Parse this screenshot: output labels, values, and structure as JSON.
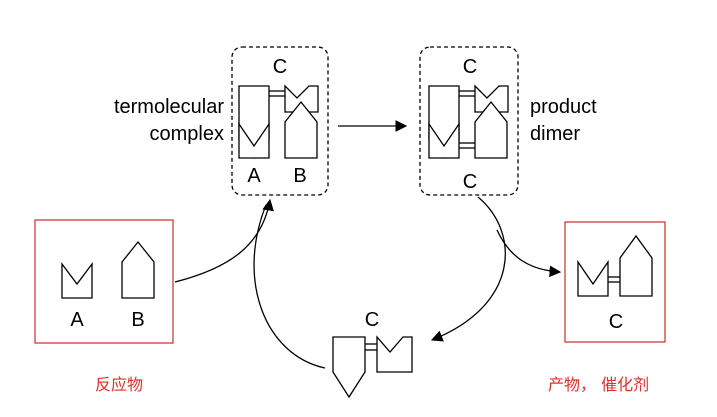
{
  "labels": {
    "complex_top_c": "C",
    "complex_a": "A",
    "complex_b": "B",
    "termolecular_line1": "termolecular",
    "termolecular_line2": "complex",
    "dimer_top_c": "C",
    "dimer_bottom_c": "C",
    "product_line1": "product",
    "product_line2": "dimer",
    "reactant_a": "A",
    "reactant_b": "B",
    "free_catalyst_c": "C",
    "product_box_c": "C"
  },
  "captions": {
    "reactants": "反应物",
    "products": "产物， 催化剂"
  },
  "colors": {
    "box_border": "#c8302a",
    "caption_text": "#e0302a",
    "ink": "#000000"
  }
}
